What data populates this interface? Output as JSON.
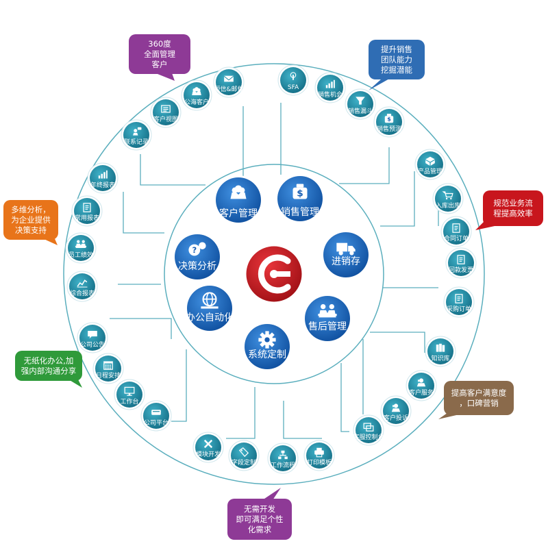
{
  "center": {
    "name": "center-logo"
  },
  "core_modules": [
    {
      "id": "customer-mgmt",
      "label": "客户管理",
      "icon": "users-icon"
    },
    {
      "id": "sales-mgmt",
      "label": "销售管理",
      "icon": "money-bag-icon"
    },
    {
      "id": "inventory",
      "label": "进销存",
      "icon": "truck-icon"
    },
    {
      "id": "after-sales",
      "label": "售后管理",
      "icon": "handshake-icon"
    },
    {
      "id": "system-custom",
      "label": "系统定制",
      "icon": "gear-icon"
    },
    {
      "id": "office-automation",
      "label": "办公自动化",
      "icon": "computer-globe-icon"
    },
    {
      "id": "decision-analysis",
      "label": "决策分析",
      "icon": "question-bubbles-icon"
    }
  ],
  "features": [
    {
      "id": "contact-record",
      "label": "联系记录",
      "icon": "person-chat-icon"
    },
    {
      "id": "customer-view",
      "label": "客户视图",
      "icon": "card-list-icon"
    },
    {
      "id": "public-customers",
      "label": "公海客户",
      "icon": "people-icon"
    },
    {
      "id": "sms-email",
      "label": "短信&邮件",
      "icon": "envelope-icon"
    },
    {
      "id": "sfa",
      "label": "SFA",
      "icon": "touch-icon"
    },
    {
      "id": "sales-opportunity",
      "label": "销售机会",
      "icon": "bar-growth-icon"
    },
    {
      "id": "sales-funnel",
      "label": "销售漏斗",
      "icon": "funnel-icon"
    },
    {
      "id": "sales-forecast",
      "label": "销售预测",
      "icon": "money-bag-small-icon"
    },
    {
      "id": "product-mgmt",
      "label": "产品管理",
      "icon": "box-icon"
    },
    {
      "id": "stock-in-out",
      "label": "入库出库",
      "icon": "cart-icon"
    },
    {
      "id": "contract-order",
      "label": "合同订单",
      "icon": "contract-icon"
    },
    {
      "id": "payment-invoice",
      "label": "回款发票",
      "icon": "invoice-icon"
    },
    {
      "id": "purchase-order",
      "label": "采购订单",
      "icon": "document-icon"
    },
    {
      "id": "knowledge-base",
      "label": "知识库",
      "icon": "books-icon"
    },
    {
      "id": "customer-service",
      "label": "客户服务",
      "icon": "agent-icon"
    },
    {
      "id": "customer-complaint",
      "label": "客户投诉",
      "icon": "complaint-icon"
    },
    {
      "id": "service-console",
      "label": "客服控制台",
      "icon": "windows-icon"
    },
    {
      "id": "print-template",
      "label": "打印模板",
      "icon": "printer-icon"
    },
    {
      "id": "workflow",
      "label": "工作流程",
      "icon": "flowchart-icon"
    },
    {
      "id": "field-custom",
      "label": "字段定制",
      "icon": "tag-pen-icon"
    },
    {
      "id": "module-dev",
      "label": "模块开发",
      "icon": "wrench-icon"
    },
    {
      "id": "company-platform",
      "label": "公司平台",
      "icon": "platform-icon"
    },
    {
      "id": "workbench",
      "label": "工作台",
      "icon": "monitor-icon"
    },
    {
      "id": "schedule",
      "label": "日程安排",
      "icon": "calendar-icon"
    },
    {
      "id": "company-notice",
      "label": "公司公告",
      "icon": "speech-icon"
    },
    {
      "id": "summary-report",
      "label": "综合报表",
      "icon": "line-chart-icon"
    },
    {
      "id": "staff-performance",
      "label": "员工绩效",
      "icon": "handshake-small-icon"
    },
    {
      "id": "common-report",
      "label": "常用报表",
      "icon": "report-icon"
    },
    {
      "id": "annual-report",
      "label": "年终报表",
      "icon": "bar-chart-icon"
    }
  ],
  "callouts": [
    {
      "id": "callout-360",
      "lines": [
        "360度",
        "全面管理",
        "客户"
      ],
      "color": "#8e3a96"
    },
    {
      "id": "callout-sales-team",
      "lines": [
        "提升销售",
        "团队能力",
        "挖掘潜能"
      ],
      "color": "#2f6db4"
    },
    {
      "id": "callout-process",
      "lines": [
        "规范业务流",
        "程提高效率"
      ],
      "color": "#c8161d"
    },
    {
      "id": "callout-satisfaction",
      "lines": [
        "提高客户满意度",
        "，口碑营销"
      ],
      "color": "#8a6a4b"
    },
    {
      "id": "callout-no-dev",
      "lines": [
        "无需开发",
        "即可满足个性",
        "化需求"
      ],
      "color": "#8e3a96"
    },
    {
      "id": "callout-paperless",
      "lines": [
        "无纸化办公,加",
        "强内部沟通分享"
      ],
      "color": "#2f9a3a"
    },
    {
      "id": "callout-decision",
      "lines": [
        "多维分析，",
        "为企业提供",
        "决策支持"
      ],
      "color": "#e8741a"
    }
  ],
  "colors": {
    "core_blue": "#1a5fb4",
    "feature_teal": "#1b8aa3",
    "ring_line": "#5aaebd",
    "logo_red": "#c8161d"
  }
}
